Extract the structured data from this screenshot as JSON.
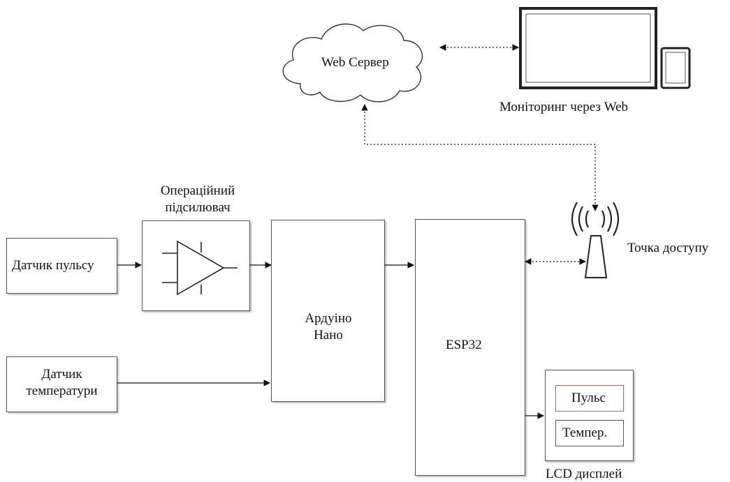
{
  "nodes": {
    "web_server": "Web Сервер",
    "monitoring": "Моніторинг через Web",
    "op_amp": "Операційний підсилювач",
    "access_point": "Точка доступу",
    "pulse_sensor": "Датчик пульсу",
    "temp_sensor": "Датчик температури",
    "arduino": "Ардуіно Нано",
    "esp32": "ESP32",
    "lcd": "LCD дисплей",
    "lcd_pulse": "Пульс",
    "lcd_temp": "Темпер."
  }
}
